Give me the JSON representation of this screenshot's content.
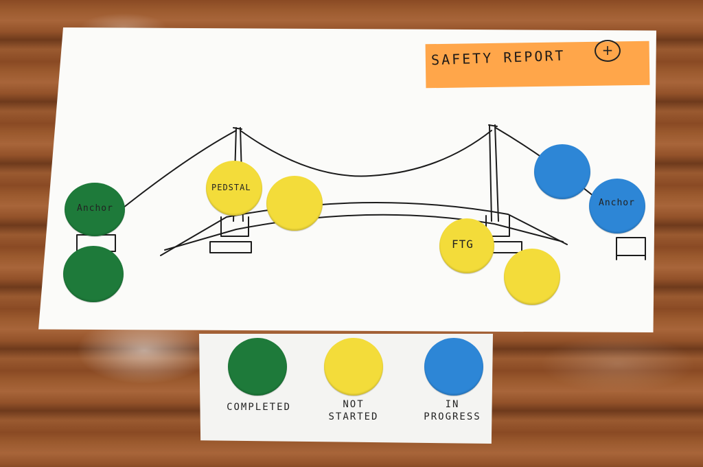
{
  "sticky_note": {
    "title": "SAFETY REPORT",
    "add_symbol": "+"
  },
  "stickers": {
    "anchor_left": "Anchor",
    "pedestal": "PEDSTAL",
    "footing": "FTG",
    "anchor_right": "Anchor"
  },
  "legend": {
    "completed": "COMPLETED",
    "not_started_line1": "NOT",
    "not_started_line2": "STARTED",
    "in_progress_line1": "IN",
    "in_progress_line2": "PROGRESS"
  },
  "colors": {
    "completed": "#1e7a3a",
    "not_started": "#f3dc3a",
    "in_progress": "#2d86d6",
    "sticky": "#ffa64a"
  }
}
